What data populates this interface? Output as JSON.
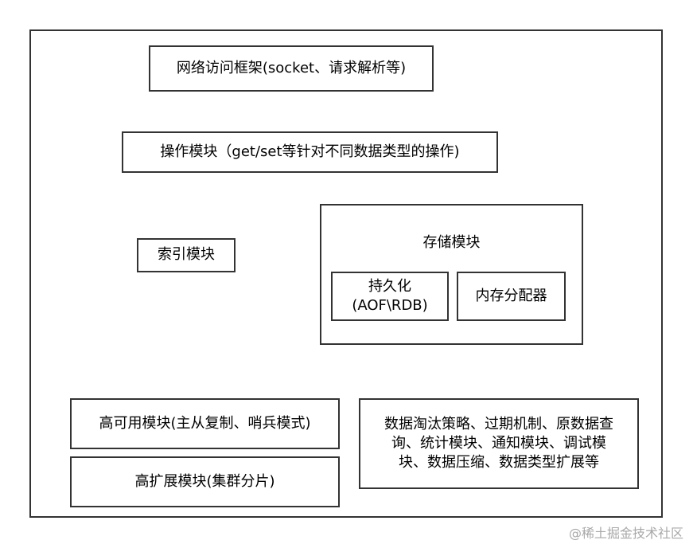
{
  "diagram": {
    "network_module": "网络访问框架(socket、请求解析等)",
    "operation_module": "操作模块（get/set等针对不同数据类型的操作)",
    "index_module": "索引模块",
    "storage_module": {
      "title": "存储模块",
      "persistence_line1": "持久化",
      "persistence_line2": "(AOF\\RDB)",
      "memory_allocator": "内存分配器"
    },
    "high_availability_module": "高可用模块(主从复制、哨兵模式)",
    "high_scalability_module": "高扩展模块(集群分片)",
    "misc_modules": {
      "line1": "数据淘汰策略、过期机制、原数据查",
      "line2": "询、统计模块、通知模块、调试模",
      "line3": "块、数据压缩、数据类型扩展等"
    }
  },
  "watermark": "@稀土掘金技术社区"
}
